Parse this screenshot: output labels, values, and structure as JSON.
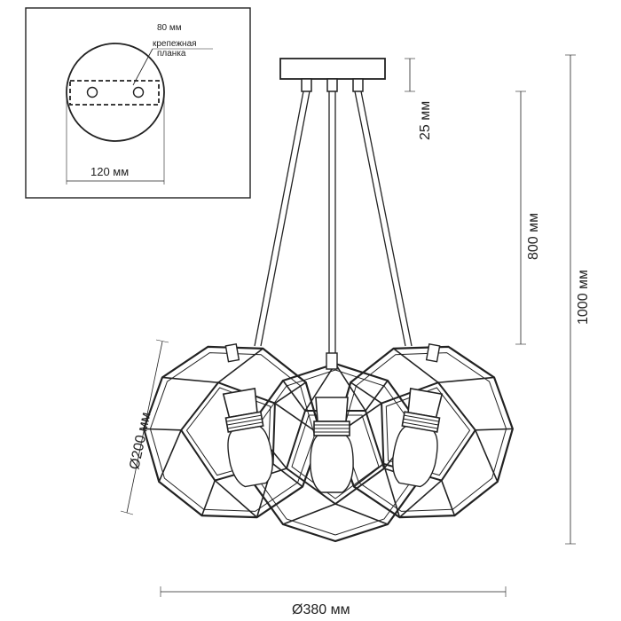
{
  "inset": {
    "plate_width_label": "80 мм",
    "plate_name_label": "крепежная планка",
    "canopy_diameter_label": "120 мм"
  },
  "dimensions": {
    "canopy_height": "25 мм",
    "cord_length": "800 мм",
    "total_height": "1000 мм",
    "shade_diameter": "Ø200 мм",
    "total_diameter": "Ø380 мм"
  },
  "colors": {
    "line": "#222222"
  }
}
